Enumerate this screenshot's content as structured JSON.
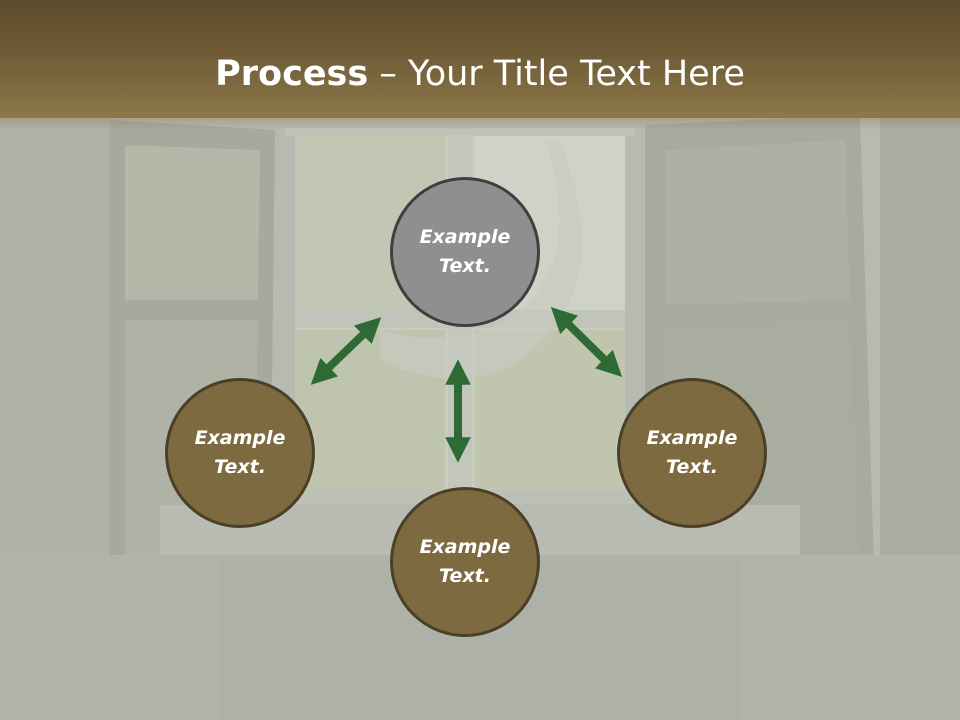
{
  "title": {
    "strong": "Process",
    "rest": " – Your Title Text Here"
  },
  "nodes": {
    "top": {
      "line1": "Example",
      "line2": "Text."
    },
    "left": {
      "line1": "Example",
      "line2": "Text."
    },
    "right": {
      "line1": "Example",
      "line2": "Text."
    },
    "bottom": {
      "line1": "Example",
      "line2": "Text."
    }
  },
  "colors": {
    "title_bar": "#6f5c37",
    "node_top": "#8f8f8f",
    "node_brown": "#7e6a41",
    "arrow": "#2e6b34"
  }
}
